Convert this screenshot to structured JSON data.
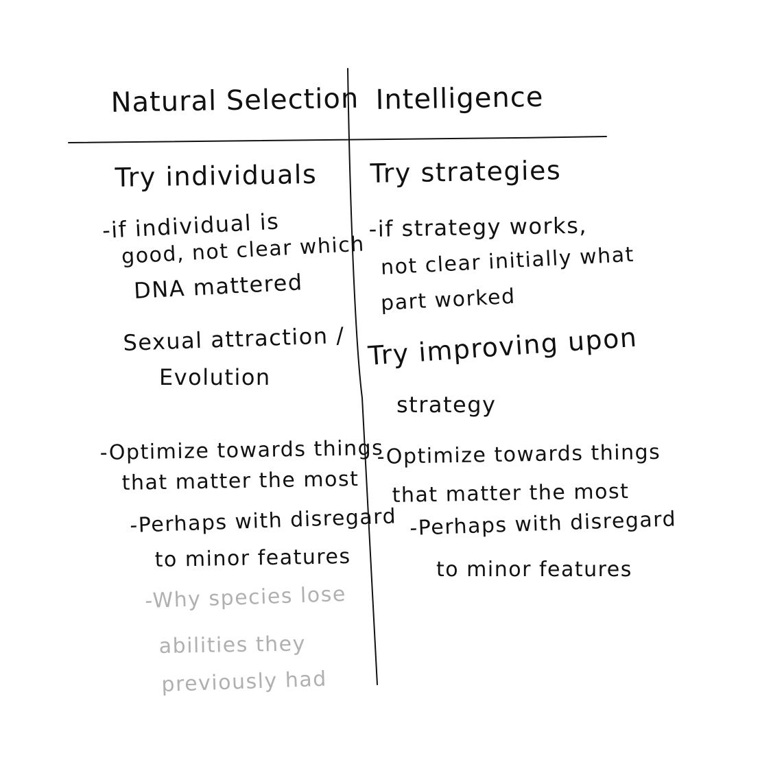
{
  "headers": {
    "left": "Natural Selection",
    "right": "Intelligence"
  },
  "left_column": {
    "item1": "Try individuals",
    "item2_line1": "-if individual is",
    "item2_line2": "good, not clear which",
    "item2_line3": "DNA mattered",
    "item3_line1": "Sexual attraction /",
    "item3_line2": "Evolution",
    "item4_line1": "-Optimize towards things",
    "item4_line2": "that matter the most",
    "item5_line1": "-Perhaps with disregard",
    "item5_line2": "to minor features",
    "item6_line1": "-Why species lose",
    "item6_line2": "abilities they",
    "item6_line3": "previously had"
  },
  "right_column": {
    "item1": "Try strategies",
    "item2_line1": "-if strategy works,",
    "item2_line2": "not clear initially what",
    "item2_line3": "part worked",
    "item3_line1": "Try improving upon",
    "item3_line2": "strategy",
    "item4_line1": "-Optimize towards things",
    "item4_line2": "that matter the most",
    "item5_line1": "-Perhaps with disregard",
    "item5_line2": "to minor features"
  },
  "colors": {
    "ink": "#111111",
    "faint_ink": "#b0b0b0",
    "background": "#ffffff"
  }
}
